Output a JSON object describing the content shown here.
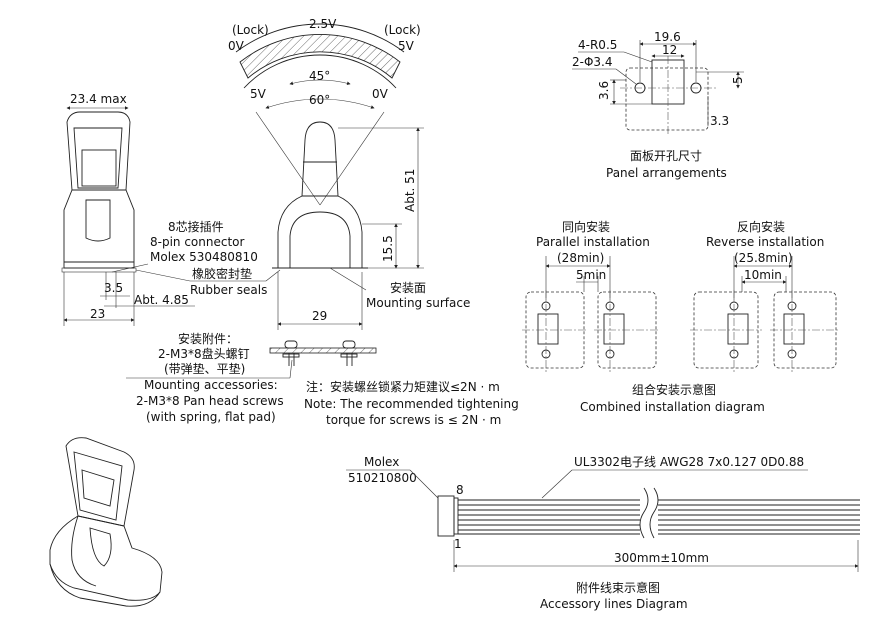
{
  "tilt": {
    "lock_left": "(Lock)",
    "lock_right": "(Lock)",
    "v_top": "2.5V",
    "v_top_left": "0V",
    "v_top_right": "5V",
    "v_bottom_left": "5V",
    "v_bottom_right": "0V",
    "angle_inner": "45°",
    "angle_outer": "60°"
  },
  "front_view": {
    "width_top": "23.4 max",
    "width_bottom": "23",
    "dim_3_5": "3.5",
    "dim_4_85": "Abt. 4.85"
  },
  "side_view": {
    "height_total": "Abt. 51",
    "height_base": "15.5",
    "width": "29",
    "mounting_surface_cn": "安装面",
    "mounting_surface_en": "Mounting surface"
  },
  "connector": {
    "label_cn": "8芯接插件",
    "label_en": "8-pin connector",
    "part": "Molex 530480810",
    "seal_cn": "橡胶密封垫",
    "seal_en": "Rubber seals"
  },
  "accessories": {
    "title_cn": "安装附件：",
    "line1_cn": "2-M3*8盘头螺钉",
    "line2_cn": "(带弹垫、平垫)",
    "title_en": "Mounting accessories:",
    "line1_en": "2-M3*8 Pan head screws",
    "line2_en": "(with spring, flat pad)"
  },
  "note": {
    "cn": "注：安装螺丝锁紧力矩建议≤2N · m",
    "en1": "Note: The recommended tightening",
    "en2": "torque for screws is ≤ 2N · m"
  },
  "panel": {
    "r_label": "4-R0.5",
    "hole_label": "2-Φ3.4",
    "dim_19_6": "19.6",
    "dim_12": "12",
    "dim_5": "5",
    "dim_3_6": "3.6",
    "dim_3_3": "3.3",
    "caption_cn": "面板开孔尺寸",
    "caption_en": "Panel arrangements"
  },
  "combined": {
    "parallel_cn": "同向安装",
    "parallel_en": "Parallel installation",
    "parallel_min": "(28min)",
    "parallel_gap": "5min",
    "reverse_cn": "反向安装",
    "reverse_en": "Reverse installation",
    "reverse_min": "(25.8min)",
    "reverse_gap": "10min",
    "caption_cn": "组合安装示意图",
    "caption_en": "Combined installation diagram"
  },
  "cable": {
    "molex_label": "Molex",
    "molex_part": "510210800",
    "wire_label": "UL3302电子线 AWG28 7x0.127 0D0.88",
    "pin_8": "8",
    "pin_1": "1",
    "length": "300mm±10mm",
    "caption_cn": "附件线束示意图",
    "caption_en": "Accessory lines Diagram"
  }
}
